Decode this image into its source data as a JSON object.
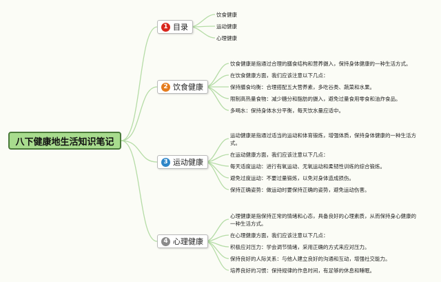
{
  "root": {
    "title": "八下健康地生活知识笔记"
  },
  "colors": {
    "line": "#b5dca6",
    "b1": "#d9261c",
    "b2": "#e57c1e",
    "b3": "#2e86c8",
    "b4": "#8a8a8a"
  },
  "branches": [
    {
      "num": "1",
      "label": "目录",
      "items": [
        "饮食健康",
        "运动健康",
        "心理健康"
      ]
    },
    {
      "num": "2",
      "label": "饮食健康",
      "items": [
        "饮食健康是指通过合理的膳食结构和营养摄入，保持身体健康的一种生活方式。",
        "在饮食健康方面，我们应该注意以下几点：",
        "保持膳食均衡：合理搭配五大营养素，多吃谷类、蔬菜和水果。",
        "限制高热量食物：减少糖分和脂肪的摄入，避免过量食用零食和油炸食品。",
        "多喝水：保持身体水分平衡，每天饮水量应适中。"
      ]
    },
    {
      "num": "3",
      "label": "运动健康",
      "items": [
        "运动健康是指通过适当的运动和体育锻炼，增强体质，保持身体健康的一种生活方式。",
        "在运动健康方面，我们应该注意以下几点：",
        "每天适度运动：进行有氧运动、无氧运动和柔韧性训练的综合锻炼。",
        "避免过度运动：不要过量锻炼，以免对身体造成损伤。",
        "保持正确姿势：做运动时要保持正确的姿势，避免运动伤害。"
      ]
    },
    {
      "num": "4",
      "label": "心理健康",
      "items": [
        "心理健康是指保持正常的情绪和心态，具备良好的心理素质，从而保持身心健康的一种生活方式。",
        "在心理健康方面，我们应该注意以下几点：",
        "积极应对压力：学会调节情绪，采用正确的方式来应对压力。",
        "保持良好的人际关系：与他人建立良好的沟通和互动，增强社交能力。",
        "培养良好的习惯：保持规律的作息时间，有足够的休息和睡眠。"
      ]
    }
  ]
}
